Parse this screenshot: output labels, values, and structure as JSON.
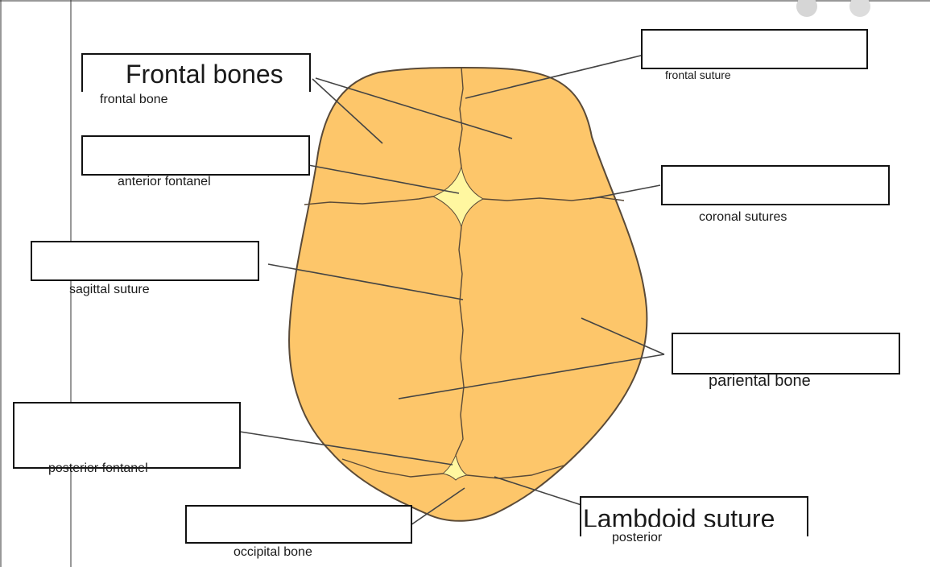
{
  "colors": {
    "bone_fill": "#FDC66A",
    "bone_outline": "#5a4a38",
    "fontanel_fill": "#FFF7A0",
    "line": "#444444",
    "box_border": "#111111"
  },
  "labels": {
    "frontal_bones_title": "Frontal bones",
    "frontal_bone": "frontal bone",
    "frontal_suture": "frontal suture",
    "anterior_fontanel": "anterior fontanel",
    "coronal_sutures": "coronal sutures",
    "sagittal_suture": "sagittal suture",
    "parietal_bone": "pariental bone",
    "posterior_fontanel": "posterior fontanel",
    "occipital_bone": "occipital bone",
    "lambdoid_suture_title": "Lambdoid suture",
    "posterior": "posterior"
  }
}
